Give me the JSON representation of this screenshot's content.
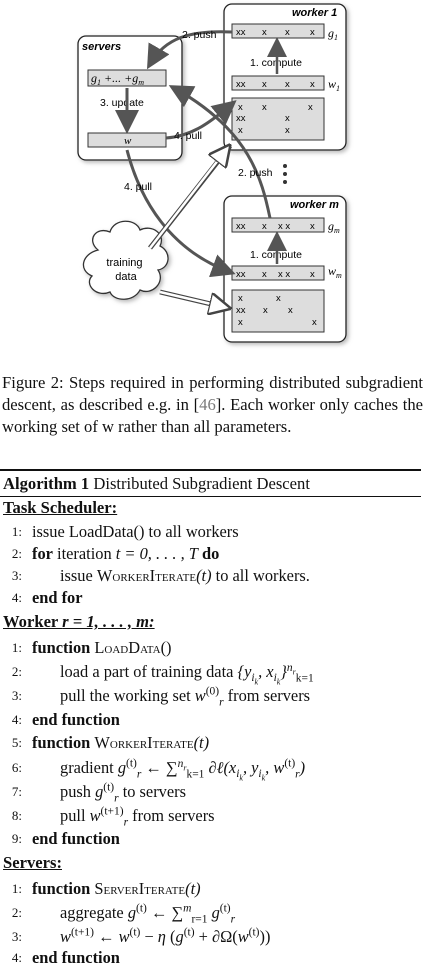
{
  "figure": {
    "servers_label": "servers",
    "server_sum": "g",
    "server_sum_mid": " +... +",
    "server_sum_end": "g",
    "server_w": "w",
    "update_label": "3. update",
    "workers": [
      {
        "title": "worker 1",
        "g_sub": "1",
        "w_sub": "1",
        "g_row": [
          "xx",
          "x",
          "x",
          "x"
        ],
        "w_row": [
          "xx",
          "x",
          "x",
          "x"
        ],
        "data_rows": [
          [
            "x",
            "x",
            "x"
          ],
          [
            "xx",
            "x"
          ],
          [
            "x",
            "x"
          ]
        ]
      },
      {
        "title": "worker m",
        "g_sub": "m",
        "w_sub": "m",
        "g_row": [
          "xx",
          "x",
          "x x",
          "x"
        ],
        "w_row": [
          "xx",
          "x",
          "x x",
          "x"
        ],
        "data_rows": [
          [
            "x",
            "x"
          ],
          [
            "xx",
            "x",
            "x"
          ],
          [
            "x",
            "x"
          ]
        ]
      }
    ],
    "compute_label": "1. compute",
    "push_label": "2. push",
    "pull_label": "4. pull",
    "training_data_line1": "training",
    "training_data_line2": "data",
    "g_letter": "g",
    "w_letter": "w"
  },
  "caption": {
    "pre": "Figure 2: Steps required in performing distributed subgradient descent, as described e.g. in [",
    "ref": "46",
    "post": "]. Each worker only caches the working set of w rather than all parameters."
  },
  "algorithm": {
    "label": "Algorithm 1",
    "title": "Distributed Subgradient Descent",
    "task_scheduler": {
      "heading": "Task Scheduler:",
      "lines": [
        {
          "n": "1:",
          "text": "issue LoadData() to all workers"
        },
        {
          "n": "2:",
          "kw_for": "for",
          "text_a": "iteration",
          "expr": "t = 0, . . . , T",
          "kw_do": "do"
        },
        {
          "n": "3:",
          "text_a": "issue",
          "fn": "WorkerIterate",
          "arg": "(t)",
          "text_b": "to all workers."
        },
        {
          "n": "4:",
          "kw": "end for"
        }
      ]
    },
    "worker": {
      "heading_a": "Worker",
      "heading_b": "r = 1, . . . , m:",
      "lines": [
        {
          "n": "1:",
          "kw": "function",
          "fn": "LoadData()"
        },
        {
          "n": "2:",
          "text": "load a part of training data"
        },
        {
          "n": "3:",
          "text_a": "pull the working set",
          "text_b": "from servers"
        },
        {
          "n": "4:",
          "kw": "end function"
        },
        {
          "n": "5:",
          "kw": "function",
          "fn": "WorkerIterate",
          "arg": "(t)"
        },
        {
          "n": "6:",
          "text": "gradient"
        },
        {
          "n": "7:",
          "text_a": "push",
          "text_b": "to servers"
        },
        {
          "n": "8:",
          "text_a": "pull",
          "text_b": "from servers"
        },
        {
          "n": "9:",
          "kw": "end function"
        }
      ]
    },
    "servers": {
      "heading": "Servers:",
      "lines": [
        {
          "n": "1:",
          "kw": "function",
          "fn": "ServerIterate",
          "arg": "(t)"
        },
        {
          "n": "2:",
          "text": "aggregate"
        },
        {
          "n": "3:",
          "text": ""
        },
        {
          "n": "4:",
          "kw": "end function"
        }
      ]
    }
  }
}
